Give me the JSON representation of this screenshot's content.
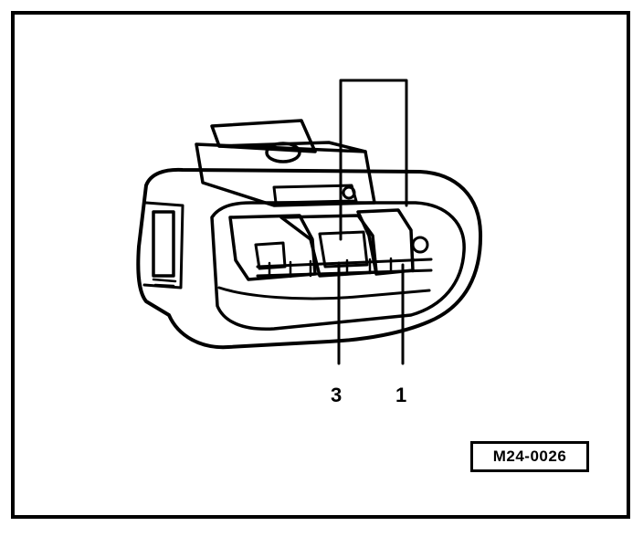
{
  "figure": {
    "callouts": {
      "pin_3": "3",
      "pin_1": "1"
    },
    "reference_code": "M24-0026"
  },
  "colors": {
    "ink": "#000000",
    "paper": "#ffffff"
  }
}
